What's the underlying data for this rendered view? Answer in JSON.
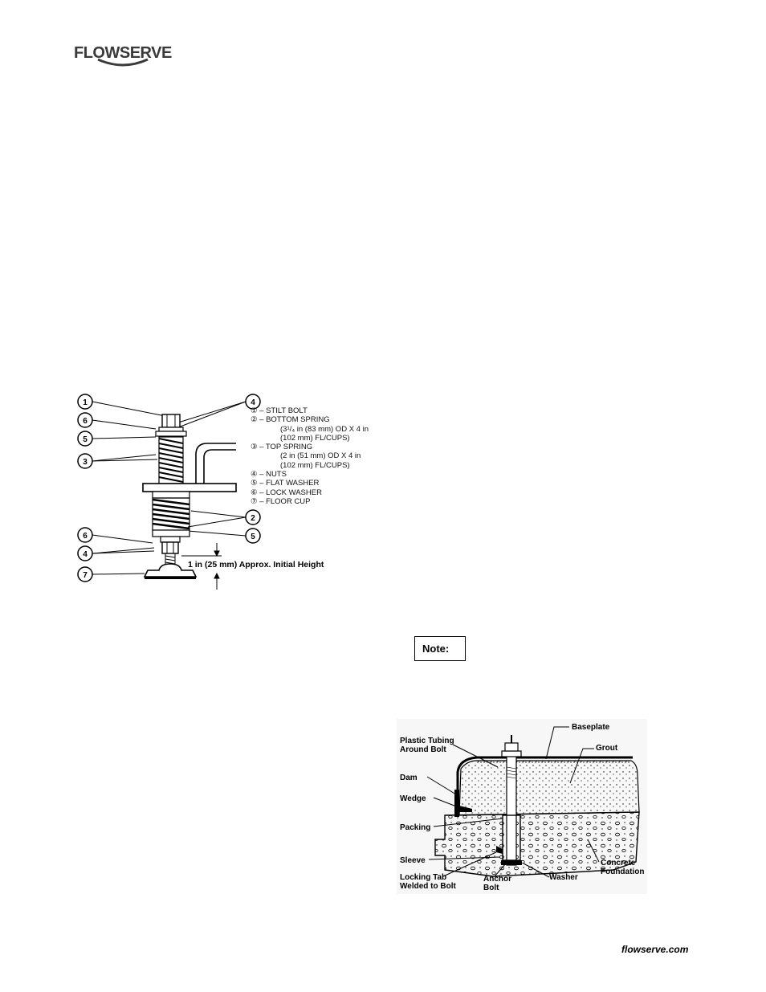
{
  "header": {
    "logo_text": "FLOWSERVE"
  },
  "figure_spring": {
    "callouts": [
      "1",
      "2",
      "3",
      "4",
      "5",
      "6",
      "7"
    ],
    "height_note": "1 in (25 mm) Approx. Initial Height",
    "legend": [
      {
        "text": "① – STILT BOLT"
      },
      {
        "text": "② – BOTTOM SPRING"
      },
      {
        "text": "(3¹/₄ in (83 mm) OD X 4 in",
        "sub": true
      },
      {
        "text": "(102 mm) FL/CUPS)",
        "sub": true
      },
      {
        "text": "③ – TOP SPRING"
      },
      {
        "text": "(2 in (51 mm) OD X 4 in",
        "sub": true
      },
      {
        "text": "(102 mm) FL/CUPS)",
        "sub": true
      },
      {
        "text": "④ – NUTS"
      },
      {
        "text": "⑤ – FLAT WASHER"
      },
      {
        "text": "⑥ – LOCK WASHER"
      },
      {
        "text": "⑦ – FLOOR CUP"
      }
    ]
  },
  "note": {
    "label": "Note:"
  },
  "figure_grout": {
    "labels": {
      "baseplate": "Baseplate",
      "grout": "Grout",
      "plastic_tubing_1": "Plastic Tubing",
      "plastic_tubing_2": "Around Bolt",
      "dam": "Dam",
      "wedge": "Wedge",
      "packing": "Packing",
      "sleeve": "Sleeve",
      "locking_tab_1": "Locking Tab",
      "locking_tab_2": "Welded to Bolt",
      "anchor_1": "Anchor",
      "anchor_2": "Bolt",
      "washer": "Washer",
      "concrete_1": "Concrete",
      "concrete_2": "Foundation"
    }
  },
  "footer": {
    "site": "flowserve.com"
  }
}
